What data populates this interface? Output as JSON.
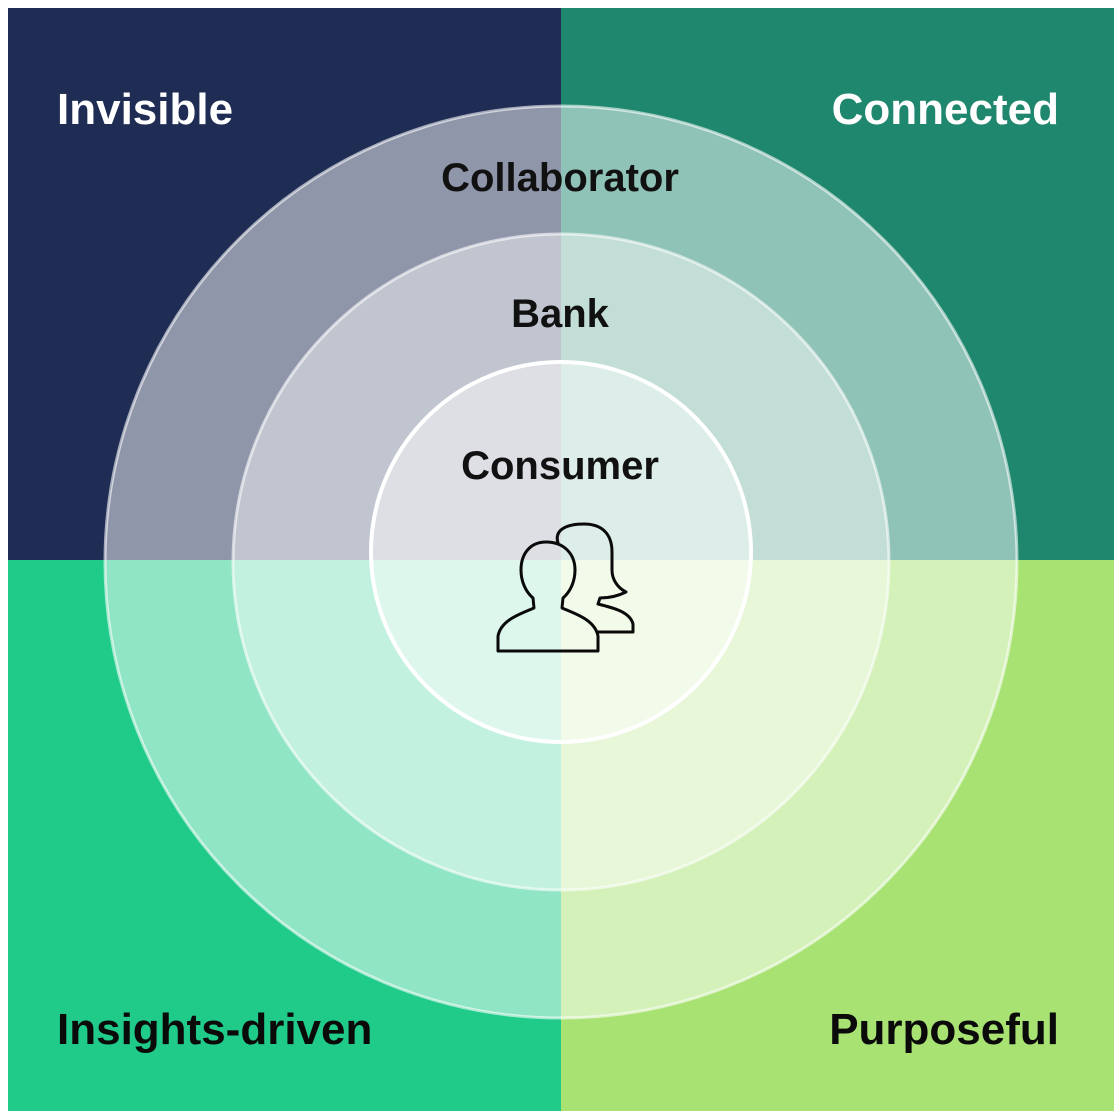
{
  "quadrants": {
    "top_left": {
      "label": "Invisible",
      "color": "#1f2d54"
    },
    "top_right": {
      "label": "Connected",
      "color": "#20876f"
    },
    "bottom_left": {
      "label": "Insights-driven",
      "color": "#20cb8a"
    },
    "bottom_right": {
      "label": "Purposeful",
      "color": "#a8e272"
    }
  },
  "rings": {
    "outer": {
      "label": "Collaborator"
    },
    "middle": {
      "label": "Bank"
    },
    "inner": {
      "label": "Consumer"
    }
  },
  "center_icon": "people-icon"
}
